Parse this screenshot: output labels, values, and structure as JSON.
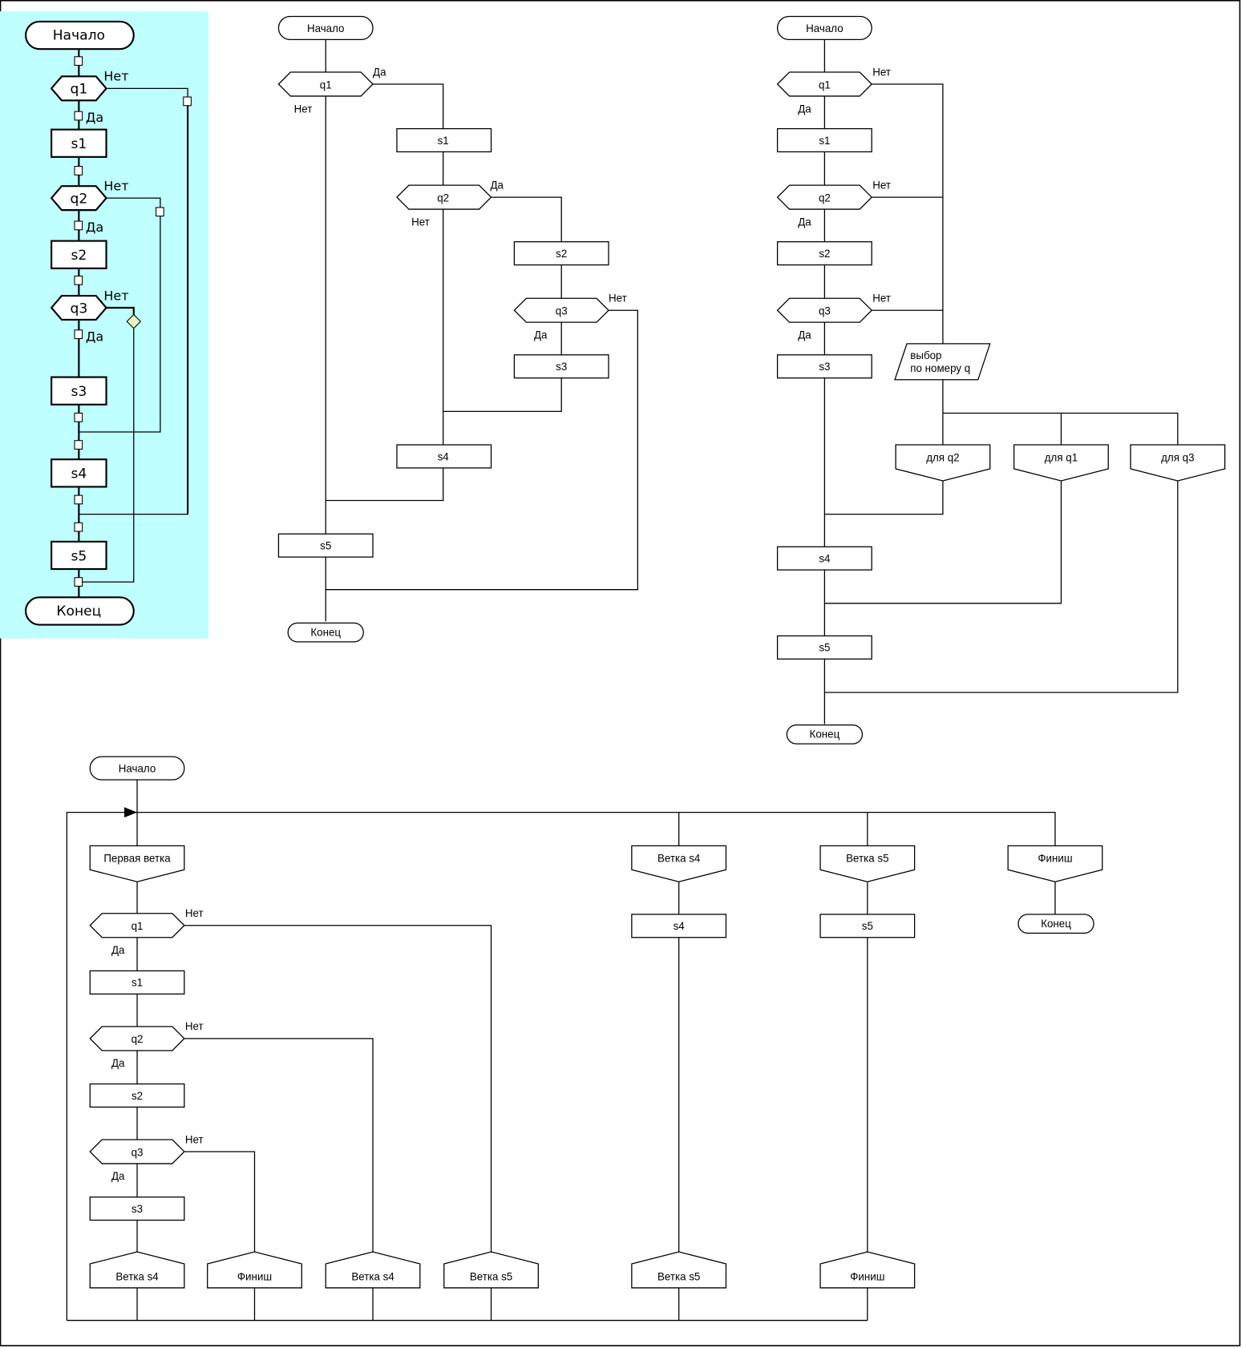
{
  "colors": {
    "panel_bg": "#c0ffff",
    "junction_diamond": "#e6f5c0",
    "line": "#000000"
  },
  "labels": {
    "yes": "Да",
    "no": "Нет"
  },
  "diagram1": {
    "start": "Начало",
    "end": "Конец",
    "q1": "q1",
    "q2": "q2",
    "q3": "q3",
    "s1": "s1",
    "s2": "s2",
    "s3": "s3",
    "s4": "s4",
    "s5": "s5"
  },
  "diagram2": {
    "start": "Начало",
    "end": "Конец",
    "q1": "q1",
    "q2": "q2",
    "q3": "q3",
    "s1": "s1",
    "s2": "s2",
    "s3": "s3",
    "s4": "s4",
    "s5": "s5"
  },
  "diagram3": {
    "start": "Начало",
    "end": "Конец",
    "q1": "q1",
    "q2": "q2",
    "q3": "q3",
    "s1": "s1",
    "s2": "s2",
    "s3": "s3",
    "s4": "s4",
    "s5": "s5",
    "select_line1": "выбор",
    "select_line2": "по номеру q",
    "case_q2": "для q2",
    "case_q1": "для q1",
    "case_q3": "для q3"
  },
  "diagram4": {
    "start": "Начало",
    "end": "Конец",
    "branch_first": "Первая ветка",
    "branch_s4": "Ветка s4",
    "branch_s5": "Ветка s5",
    "finish": "Финиш",
    "q1": "q1",
    "q2": "q2",
    "q3": "q3",
    "s1": "s1",
    "s2": "s2",
    "s3": "s3",
    "s4": "s4",
    "s5": "s5",
    "addr_s4_a": "Ветка s4",
    "addr_finish_a": "Финиш",
    "addr_s4_b": "Ветка s4",
    "addr_s5_a": "Ветка s5",
    "addr_s5_b": "Ветка s5",
    "addr_finish_b": "Финиш"
  }
}
